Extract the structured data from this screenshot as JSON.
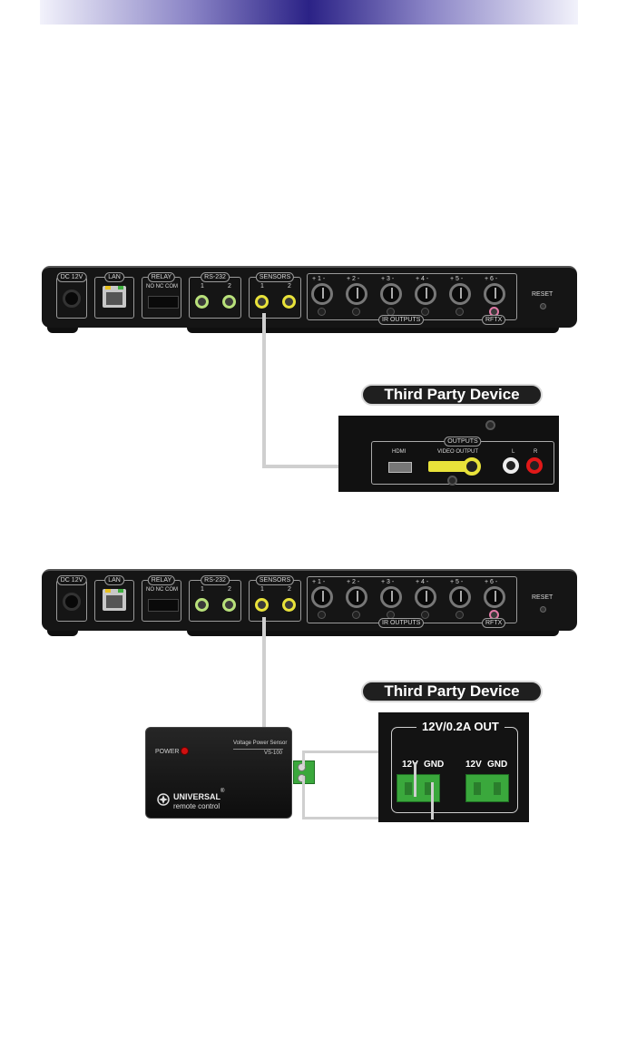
{
  "header_bar": {
    "color_start": "#f2f2fb",
    "color_mid": "#2b2286"
  },
  "hub": {
    "dc_label": "DC 12V",
    "lan_label": "LAN",
    "relay_label": "RELAY",
    "relay_pins": "NO  NC COM",
    "rs232_label": "RS-232",
    "rs232_ports": [
      "1",
      "2"
    ],
    "sensors_label": "SENSORS",
    "sensor_ports": [
      "1",
      "2"
    ],
    "ir_ports": [
      "+ 1 -",
      "+ 2 -",
      "+ 3 -",
      "+ 4 -",
      "+ 5 -",
      "+ 6 -"
    ],
    "ir_outputs_label": "IR OUTPUTS",
    "rftx_label": "RFTX",
    "reset_label": "RESET"
  },
  "diagram1": {
    "title": "Third Party Device",
    "outputs_label": "OUTPUTS",
    "hdmi_label": "HDMI",
    "video_output_label": "VIDEO OUTPUT",
    "left_label": "L",
    "right_label": "R"
  },
  "diagram2": {
    "title": "Third Party Device",
    "sensor_power_label": "POWER",
    "sensor_name": "Voltage Power Sensor",
    "sensor_model": "VS-100",
    "brand": "UNIVERSAL",
    "brand_mark": "®",
    "brand_sub": "remote control",
    "output_label": "12V/0.2A OUT",
    "terminal_labels": [
      "12V",
      "GND",
      "12V",
      "GND"
    ]
  },
  "colors": {
    "sensor_jack": "#e8e23a",
    "rs232_jack": "#b8e07a",
    "terminal_green": "#3aa83c",
    "rftx_jack": "#e07aa6",
    "rca_red": "#e01818"
  }
}
